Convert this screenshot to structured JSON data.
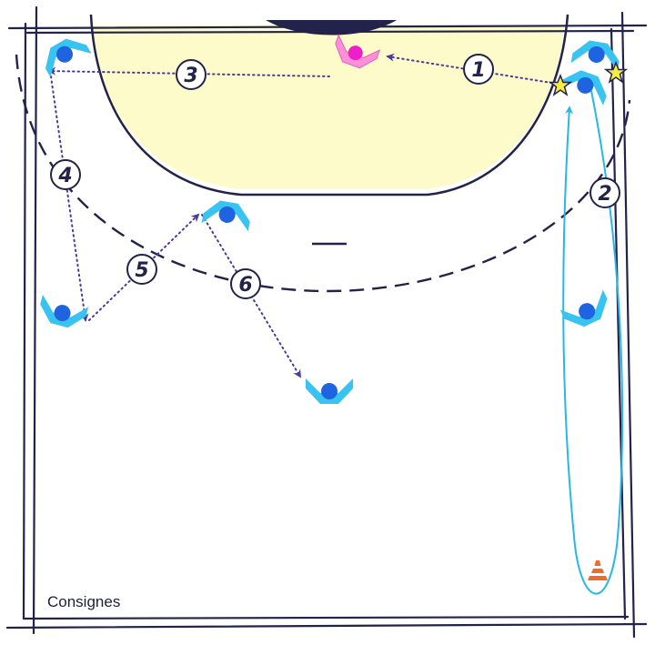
{
  "caption": "Consignes",
  "colors": {
    "court_line": "#22224a",
    "zone_fill": "#fdfbc9",
    "player_body": "#38c3f0",
    "player_head": "#1e63e0",
    "keeper_body": "#ff8fd8",
    "keeper_head": "#ee1ec8",
    "pass": "#4a3b9c",
    "run": "#27b7e6",
    "star": "#f6ee3c",
    "cone": "#f06a2a"
  },
  "steps": [
    {
      "label": "1",
      "type": "pass"
    },
    {
      "label": "2",
      "type": "run"
    },
    {
      "label": "3",
      "type": "pass"
    },
    {
      "label": "4",
      "type": "pass"
    },
    {
      "label": "5",
      "type": "pass"
    },
    {
      "label": "6",
      "type": "pass"
    }
  ],
  "icons": {
    "player": "player-icon",
    "goalkeeper": "goalkeeper-icon",
    "ball": "star-icon",
    "cone": "cone-icon"
  }
}
